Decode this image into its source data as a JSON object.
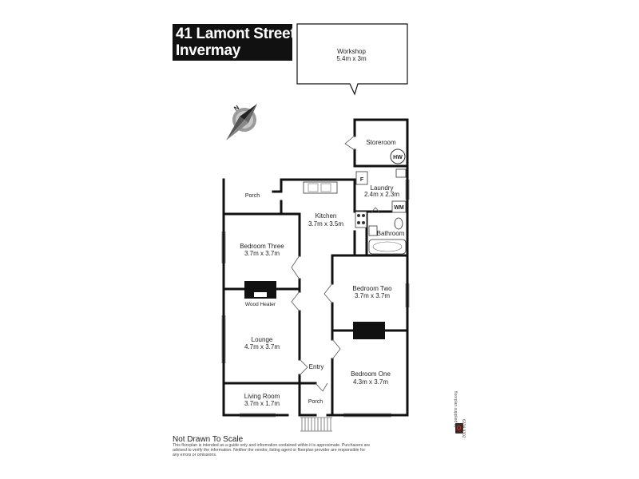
{
  "title": {
    "line1": "41 Lamont Street",
    "line2": "Invermay"
  },
  "rooms": {
    "workshop": {
      "name": "Workshop",
      "size": "5.4m x 3m"
    },
    "storeroom": {
      "name": "Storeroom"
    },
    "porch_rear": {
      "name": "Porch"
    },
    "kitchen": {
      "name": "Kitchen",
      "size": "3.7m x 3.5m"
    },
    "laundry": {
      "name": "Laundry",
      "size": "2.4m x 2.3m"
    },
    "bathroom": {
      "name": "Bathroom"
    },
    "bedroom_three": {
      "name": "Bedroom Three",
      "size": "3.7m x 3.7m"
    },
    "bedroom_two": {
      "name": "Bedroom Two",
      "size": "3.7m x 3.7m"
    },
    "lounge": {
      "name": "Lounge",
      "size": "4.7m x 3.7m"
    },
    "bedroom_one": {
      "name": "Bedroom One",
      "size": "4.3m x 3.7m"
    },
    "living_room": {
      "name": "Living Room",
      "size": "3.7m x 1.7m"
    },
    "entry": {
      "name": "Entry"
    },
    "porch_front": {
      "name": "Porch"
    }
  },
  "fixtures": {
    "wood_heater": "Wood Heater",
    "hot_water": "HW",
    "washing_machine": "WM",
    "fridge": "F"
  },
  "compass": {
    "letter": "N",
    "icon": "compass-icon"
  },
  "note": {
    "title": "Not Drawn To Scale",
    "body": "This floorplan is intended as a guide only and information contained within it is approximate. Purchasers are advised to verify the information. Neither the vendor, listing agent or floorplan provider are responsible for any errors or omissions."
  },
  "credit": {
    "text": "floorplan supplied by",
    "phone": "6334 9302"
  },
  "colors": {
    "wall": "#111111",
    "background": "#ffffff",
    "title_bg": "#111111",
    "title_text": "#ffffff"
  }
}
